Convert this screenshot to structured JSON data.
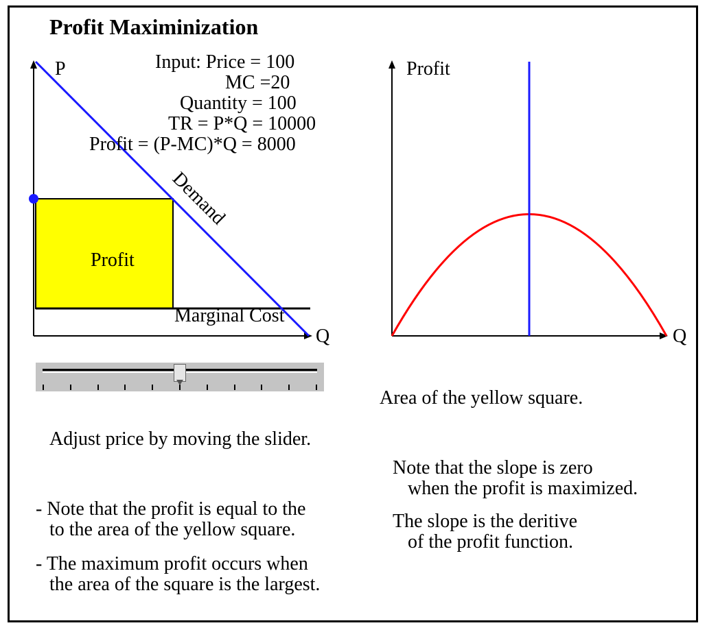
{
  "title": "Profit Maximinization",
  "left_graph": {
    "y_axis_label": "P",
    "x_axis_label": "Q",
    "demand_label": "Demand",
    "profit_label": "Profit",
    "mc_label": "Marginal Cost",
    "info": {
      "line1": "Input: Price = 100",
      "line2": "MC =20",
      "line3": "Quantity = 100",
      "line4": "TR = P*Q = 10000",
      "line5": "Profit = (P-MC)*Q = 8000"
    }
  },
  "right_graph": {
    "y_axis_label": "Profit",
    "x_axis_label": "Q"
  },
  "slider": {
    "value_fraction": 0.5,
    "tick_count": 11
  },
  "text": {
    "area_note": "Area of the yellow square.",
    "adjust": "Adjust price by moving the slider.",
    "note1_line1": "- Note that the profit is equal to the",
    "note1_line2": "to the area of the yellow square.",
    "note2_line1": "- The maximum profit occurs when",
    "note2_line2": "the area of the square is the largest.",
    "slope1_line1": "Note that the slope is zero",
    "slope1_line2": "when the profit is maximized.",
    "slope2_line1": "The slope is the deritive",
    "slope2_line2": "of the profit function."
  },
  "colors": {
    "demand": "#1a1aff",
    "profit_area": "#ffff00",
    "profit_curve": "#ff0000",
    "marker": "#1a1aff",
    "axes": "#000000"
  }
}
